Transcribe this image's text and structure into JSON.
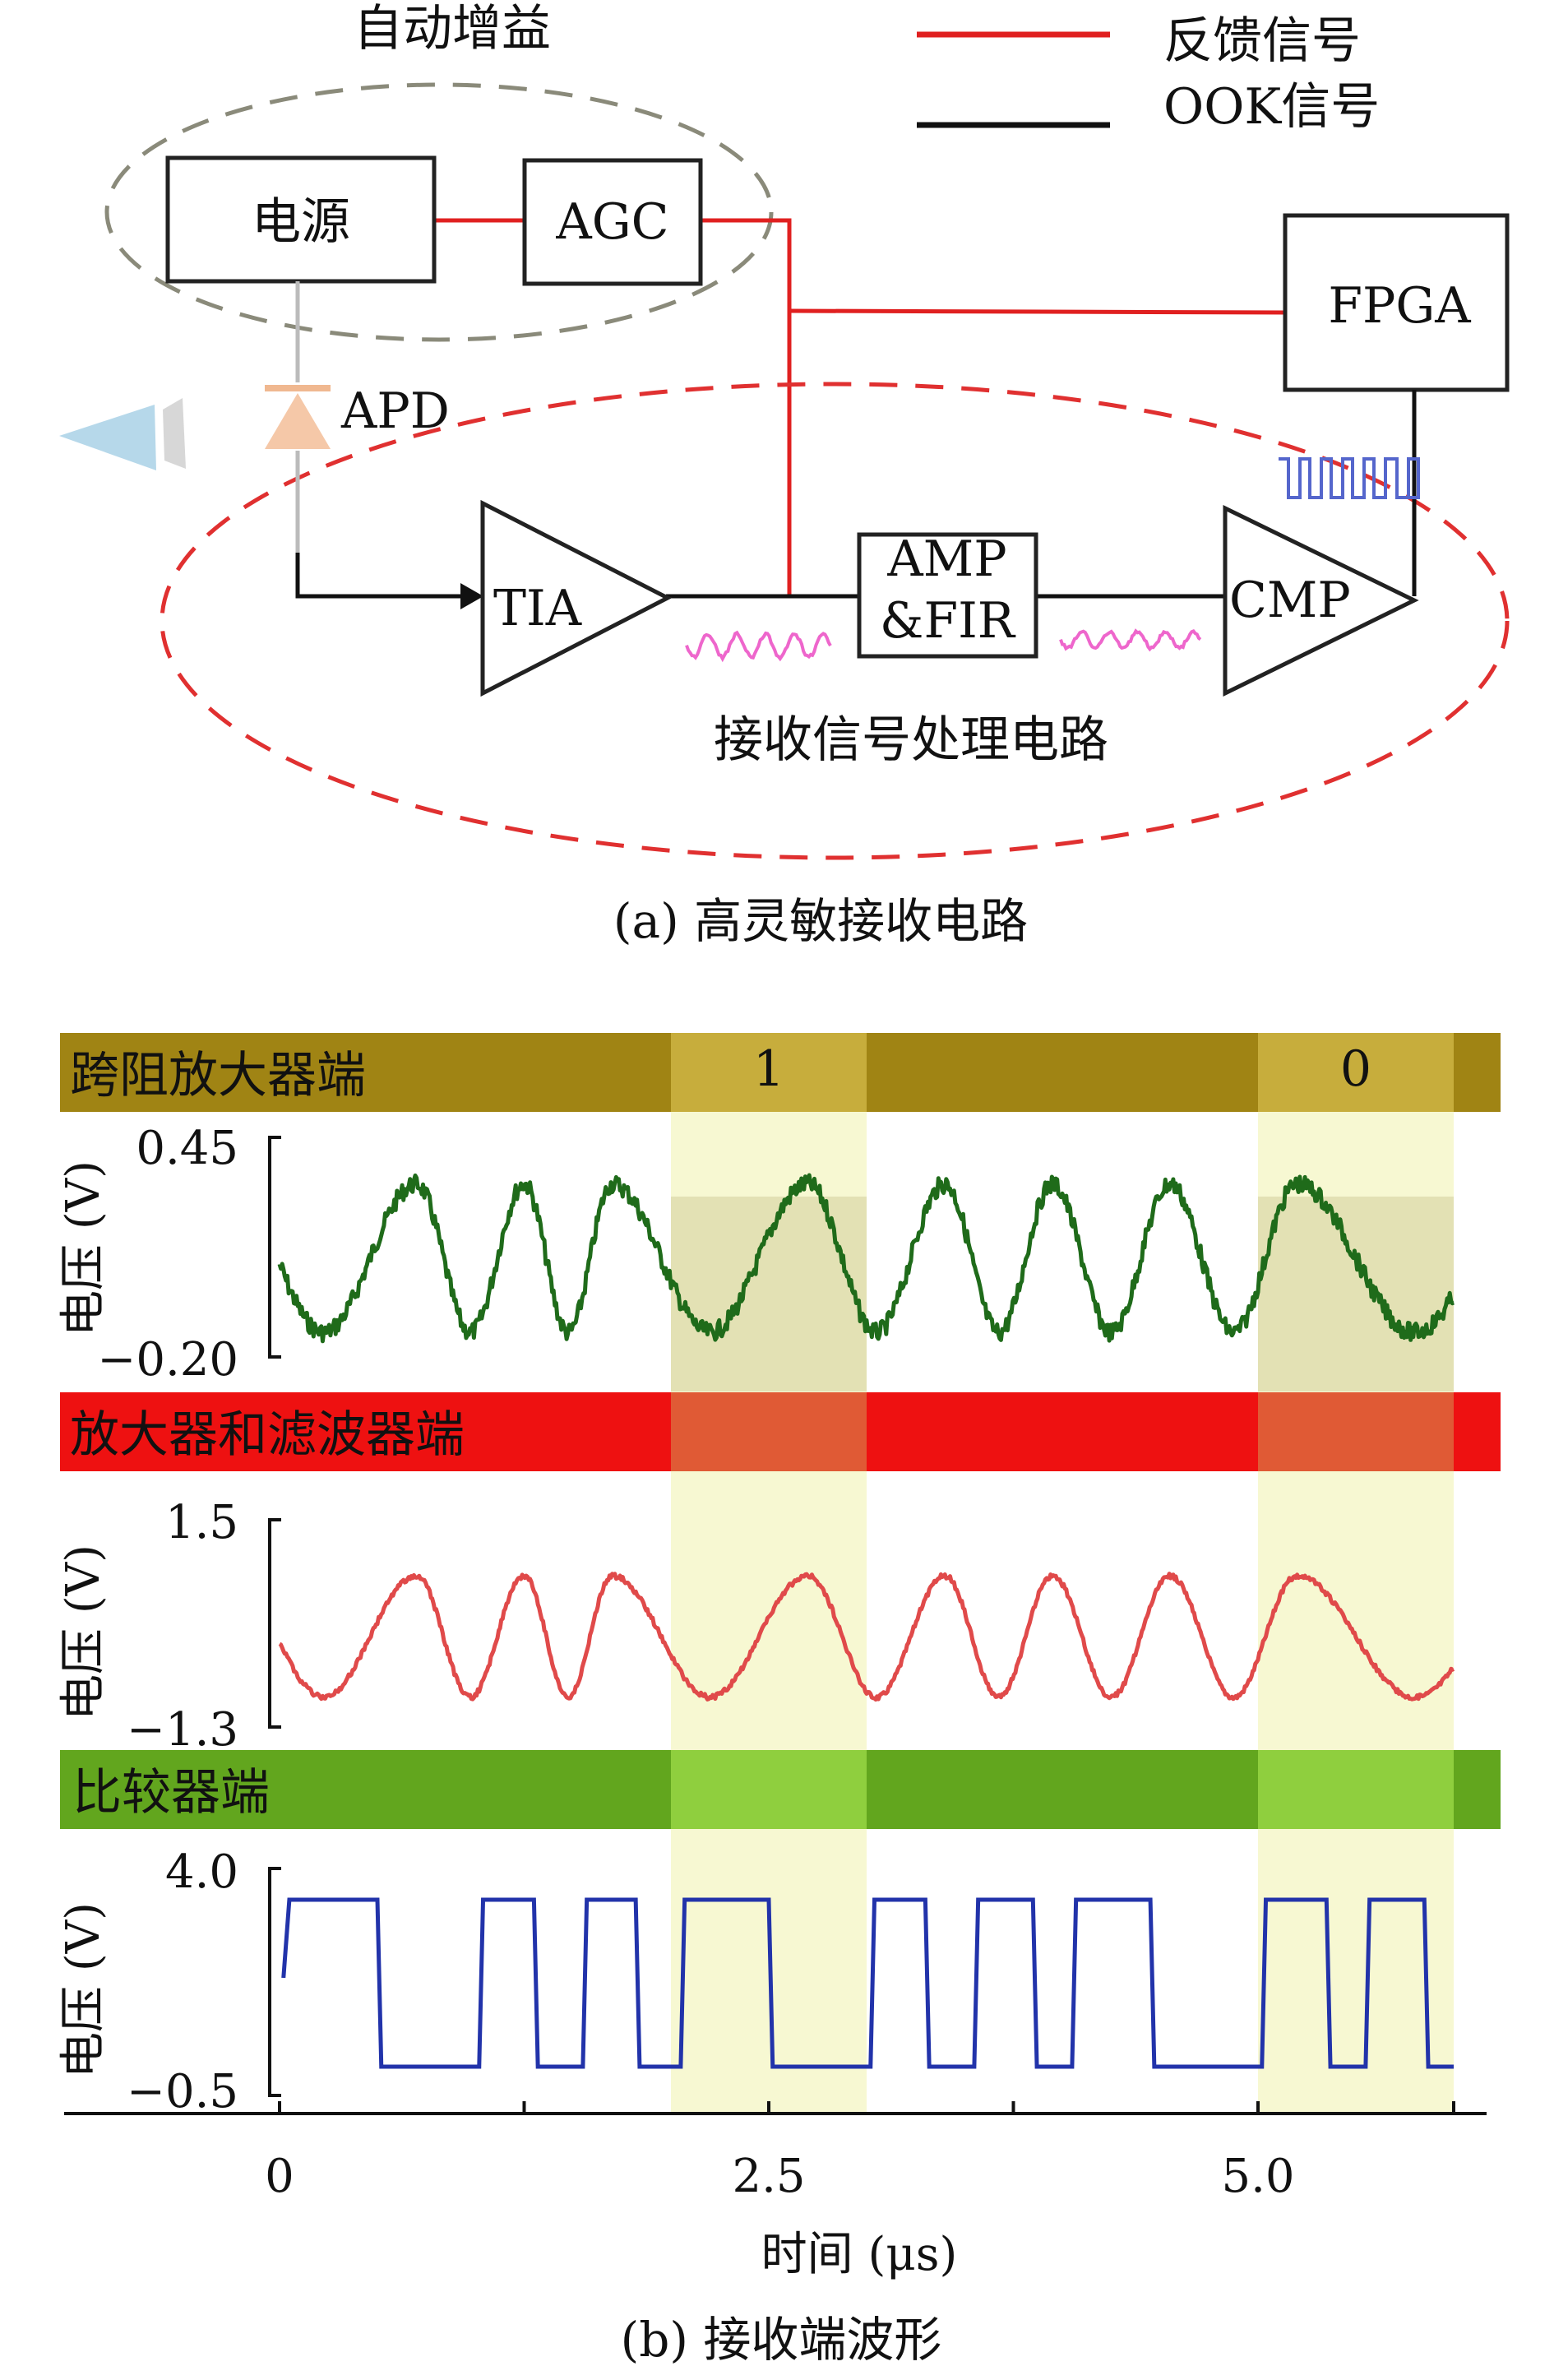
{
  "diagram": {
    "agc_group_label": "自动增益",
    "legend": [
      {
        "label": "反馈信号",
        "color": "#e02020"
      },
      {
        "label": "OOK信号",
        "color": "#111111"
      }
    ],
    "blocks": {
      "power": "电源",
      "agc": "AGC",
      "fpga": "FPGA",
      "apd": "APD",
      "tia": "TIA",
      "amp_line1": "AMP",
      "amp_line2": "&FIR",
      "cmp": "CMP"
    },
    "rx_group_label": "接收信号处理电路",
    "caption": "(a) 高灵敏接收电路"
  },
  "waveforms": {
    "bands": [
      {
        "label": "跨阻放大器端",
        "color": "#a08414",
        "highlight": "#c7ad3c"
      },
      {
        "label": "放大器和滤波器端",
        "color": "#ee1111",
        "highlight": "#e05a35"
      },
      {
        "label": "比较器端",
        "color": "#62a61e",
        "highlight": "#8fcf3e"
      }
    ],
    "bit_labels": [
      "1",
      "0"
    ],
    "panels": [
      {
        "ylabel": "电压 (V)",
        "ymax_label": "0.45",
        "ymin_label": "−0.20",
        "color": "#1f6b1a"
      },
      {
        "ylabel": "电压 (V)",
        "ymax_label": "1.5",
        "ymin_label": "−1.3",
        "color": "#e04a4a"
      },
      {
        "ylabel": "电压 (V)",
        "ymax_label": "4.0",
        "ymin_label": "−0.5",
        "color": "#2233aa"
      }
    ],
    "xticks": [
      "0",
      "2.5",
      "5.0"
    ],
    "xlabel": "时间 (μs)",
    "caption": "(b) 接收端波形",
    "highlight_windows_us": [
      [
        2.0,
        3.0
      ],
      [
        5.0,
        6.0
      ]
    ],
    "x_range_us": [
      0,
      6.0
    ]
  }
}
